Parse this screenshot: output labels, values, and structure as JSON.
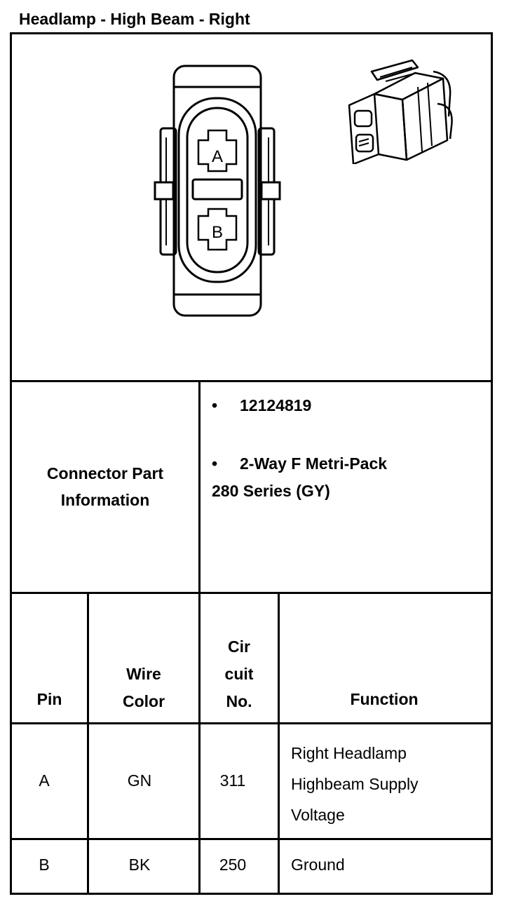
{
  "title": "Headlamp - High Beam - Right",
  "connector_face": {
    "cavity_a": "A",
    "cavity_b": "B"
  },
  "connector_info": {
    "label_line1": "Connector Part",
    "label_line2": "Information",
    "bullets": [
      {
        "dot": "•",
        "line1": "12124819",
        "line2": ""
      },
      {
        "dot": "•",
        "line1": "2-Way F Metri-Pack",
        "line2": "280 Series (GY)"
      }
    ]
  },
  "pin_table": {
    "headers": {
      "pin": "Pin",
      "wire_color_line1": "Wire",
      "wire_color_line2": "Color",
      "circuit_line1": "Cir",
      "circuit_line2": "cuit",
      "circuit_line3": "No.",
      "function": "Function"
    },
    "rows": [
      {
        "pin": "A",
        "wire_color": "GN",
        "circuit": "311",
        "function_lines": [
          "Right Headlamp",
          "Highbeam Supply",
          "Voltage"
        ]
      },
      {
        "pin": "B",
        "wire_color": "BK",
        "circuit": "250",
        "function_lines": [
          "Ground"
        ]
      }
    ]
  }
}
